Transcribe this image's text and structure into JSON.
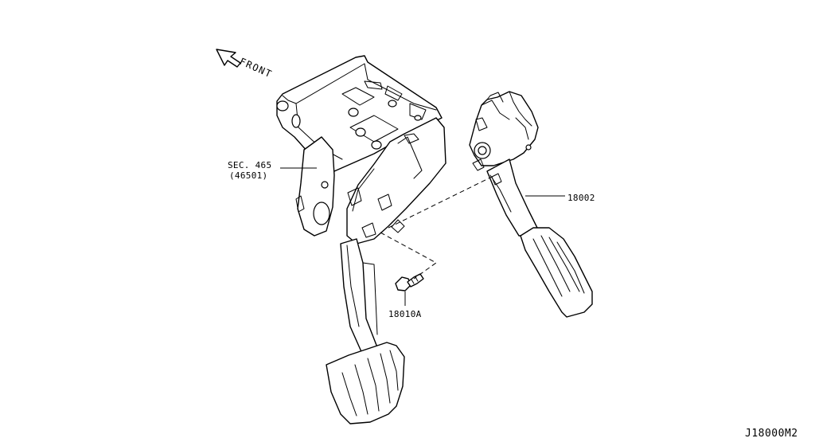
{
  "diagram": {
    "front_label": "FRONT",
    "callouts": {
      "sec_line1": "SEC. 465",
      "sec_line2": "(46501)",
      "accel_pedal": "18002",
      "bolt": "18010A"
    },
    "diagram_id": "J18000M2"
  }
}
